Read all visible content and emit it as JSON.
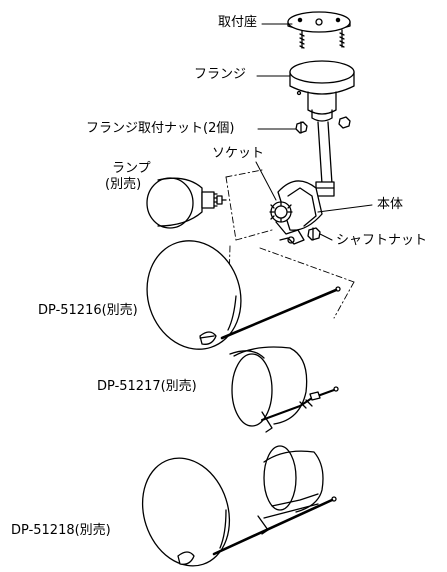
{
  "labels": {
    "mount_base": "取付座",
    "flange": "フランジ",
    "flange_nut": "フランジ取付ナット(2個)",
    "socket": "ソケット",
    "lamp": "ランプ",
    "lamp_note": "(別売)",
    "body": "本体",
    "shaft_nut": "シャフトナット",
    "dp51216": "DP-51216(別売)",
    "dp51217": "DP-51217(別売)",
    "dp51218": "DP-51218(別売)"
  }
}
